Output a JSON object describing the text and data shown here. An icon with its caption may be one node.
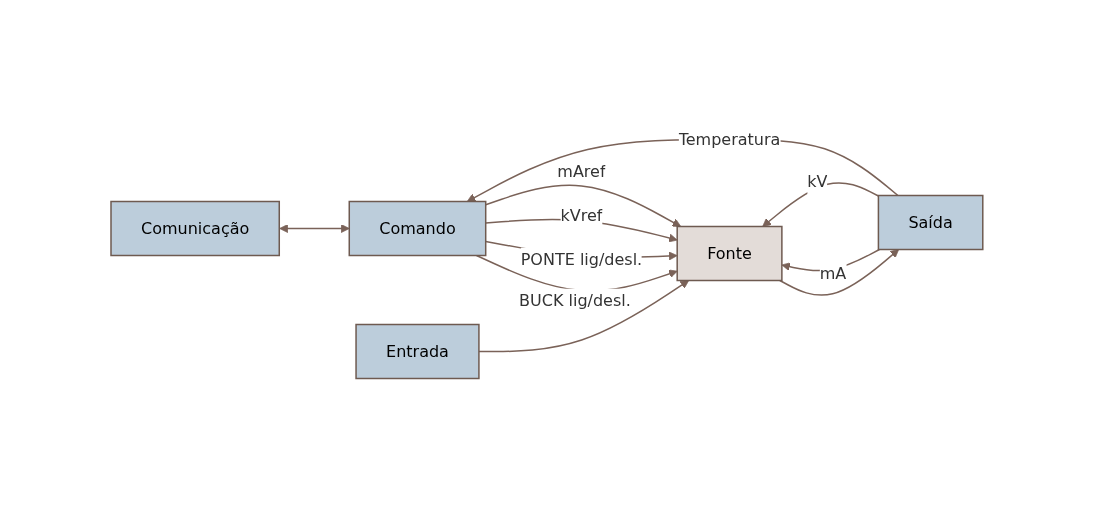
{
  "diagram": {
    "nodes": [
      {
        "text": [
          "Comunicação"
        ]
      },
      {
        "text": [
          "Comando"
        ]
      },
      {
        "text": [
          "Entrada"
        ]
      },
      {
        "text": [
          "Fonte"
        ]
      },
      {
        "text": [
          "Saída"
        ]
      }
    ],
    "edges": [
      {
        "from": 0,
        "to": 1,
        "arrow": "both"
      },
      {
        "from": 1,
        "to": 3,
        "arrow": "to",
        "label": "BUCK lig/desl."
      },
      {
        "from": 1,
        "to": 3,
        "arrow": "to",
        "label": "PONTE lig/desl."
      },
      {
        "from": 1,
        "to": 3,
        "arrow": "to",
        "label": "kVref"
      },
      {
        "from": 1,
        "to": 3,
        "arrow": "to",
        "label": "mAref"
      },
      {
        "from": 2,
        "to": 3,
        "arrow": "to"
      },
      {
        "from": 3,
        "to": 4,
        "arrow": "to"
      },
      {
        "from": 4,
        "to": 1,
        "arrow": "to",
        "label": "Temperatura"
      },
      {
        "from": 4,
        "to": 3,
        "arrow": "to",
        "label": "mA"
      },
      {
        "from": 4,
        "to": 3,
        "arrow": "to",
        "label": "kV"
      }
    ]
  }
}
